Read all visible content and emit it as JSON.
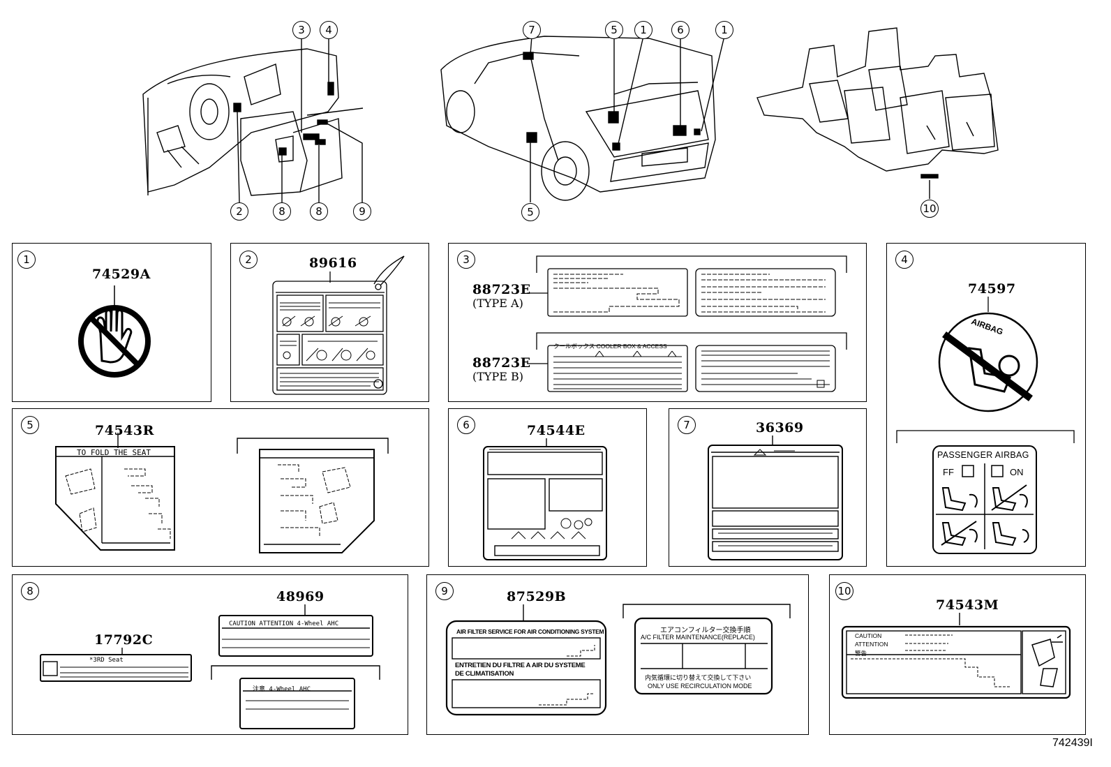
{
  "callouts": {
    "top_dash": [
      "3",
      "4",
      "2",
      "8",
      "8",
      "9"
    ],
    "top_car": [
      "7",
      "5",
      "1",
      "6",
      "1",
      "5"
    ],
    "top_seats": [
      "10"
    ]
  },
  "panels": {
    "p1": {
      "num": "1",
      "part": "74529A"
    },
    "p2": {
      "num": "2",
      "part": "89616"
    },
    "p3": {
      "num": "3",
      "part_a": "88723E",
      "type_a": "(TYPE  A)",
      "part_b": "88723E",
      "type_b": "(TYPE  B)",
      "b_header": "クールボックス  COOLER BOX  & ACCESS"
    },
    "p4": {
      "num": "4",
      "part": "74597",
      "airbag_word": "AIRBAG",
      "pa_title": "PASSENGER  AIRBAG",
      "off": "FF",
      "on": "ON"
    },
    "p5": {
      "num": "5",
      "part": "74543R",
      "fold": "TO FOLD THE SEAT"
    },
    "p6": {
      "num": "6",
      "part": "74544E"
    },
    "p7": {
      "num": "7",
      "part": "36369"
    },
    "p8": {
      "num": "8",
      "part_a": "48969",
      "part_b": "17792C",
      "caution_row": "CAUTION ATTENTION      4-Wheel AHC",
      "jp_row": "注意        4-Wheel AHC",
      "seat_row": "*3RD Seat"
    },
    "p9": {
      "num": "9",
      "part": "87529B",
      "en_title": "AIR FILTER SERVICE FOR AIR CONDITIONING SYSTEM",
      "fr_title1": "ENTRETIEN DU FILTRE A AIR DU SYSTEME",
      "fr_title2": "DE CLIMATISATION",
      "jp_title": "エアコンフィルター交換手順",
      "jp_sub": "A/C FILTER MAINTENANCE(REPLACE)",
      "jp_note": "内気循環に切り替えて交換して下さい",
      "only_use": "ONLY USE RECIRCULATION MODE"
    },
    "p10": {
      "num": "10",
      "part": "74543M",
      "c1": "CAUTION",
      "c2": "ATTENTION",
      "c3": "警告"
    }
  },
  "figure_id": "742439I"
}
